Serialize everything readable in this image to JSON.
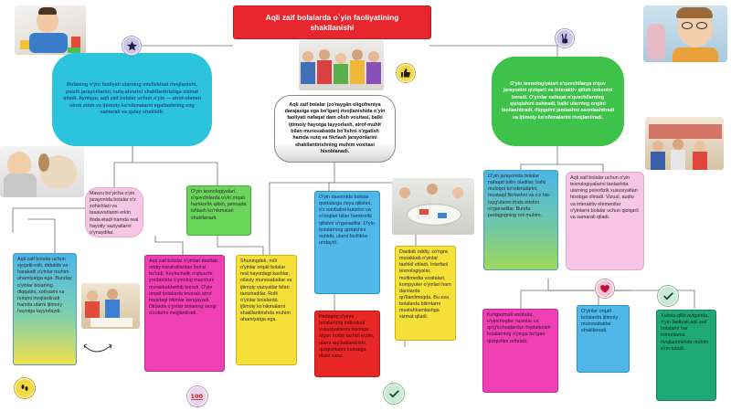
{
  "title": "Aqli zaif bolalarda o`yin faoliyatining shakllanishi",
  "center_text": "Aqli zaif bolalar (zo'raygān oligofreniya darajasiga ega bo'lgan) rivojlanishida o'yin faoliyati nafaqat dam olish vositasi, balki ijtimoiy hayotga tayyorlash, atrof-muhit bilan munosabatda bo'lishni o'rgatish hamda nutq va fikrlash jarayonlarini shakllantirishning muhim vositasi hisoblanadi.",
  "left_oval": "Bolaning o'yin faoliyati ularning intellektual rivojlanishi, psixik jarayonlarini, xulq-atvorini shakllantirishga xizmat qiladi. Ayniqsa, aqli zaif bolalar uchun o'yin — atrof-olamni idrok etish va ijtimoiy ko'nikmalarni egallashning eng samarali va qulay shaklidir.",
  "right_oval": "O'yin texnologiyalari o'quvchilarga o'quv jarayonini qiziqarli va interaktiv qilish imkonini beradi. O'yinlar nafaqat o'quvchilarning qiziqishini oshiradi, balki ularning ongini faollashtiradi, diqqatini jamlashni osonlashtiradi va ijtimoiy ko'nikmalarini rivojlantiradi.",
  "boxes": {
    "pink_left": "Mavzu bo'yicha o'yin jarayonida bolalar o'z xohishlari va tasavvurlarini erkin ifoda etadi hamda real hayotiy vaziyatlarni o'ynaydilar.",
    "green_left": "O'yin texnologiyalari o'quvchilarda o'yin orqali hamkorlik qilish, jamoada ishlash ko'nikmalari shakllanadi.",
    "gradient_far_left": "Aqli zaif bolalar uchun syujetli-rolli, didaktik va harakatli o'yinlar muhim ahamiyatga ega. Bunday o'yinlar bolaning diqqatini, xotirasini va nutqini rivojlantiradi hamda ularni ijtimoiy hayotga tayyorlaydi.",
    "magenta_left": "Aqli zaif bolalar o'yinlari dastlab oddiy harakatlardan iborat bo'ladi. Keyinchalik o'qituvchi yordamida o'yinning mazmuni murakkablashib boradi. O'yin orqali bolalarda tevarak-atrof haqidagi bilimlar kengayadi. Didaktik o'yinlar bolaning sezgi a'zolarini rivojlantiradi.",
    "yellow_left": "Shuningdek, rolli o'yinlar orqali bolalar real hayotdagi kasblar, oilaviy munosabatlar va ijtimoiy vaziyatlar bilan tanishadilar. Rolli o'yinlar bolalarda ijtimoiy ko'nikmalarni shakllantirishda muhim ahamiyatga ega.",
    "blue_center": "O'yin davomida bolalar qoidalarga rioya qilishni, o'z navbatini kutishni va o'rtoqlari bilan hamkorlik qilishni o'rganadilar. O'yin bolalarning qiziqishini oshirib, ularni faollikka undaydi.",
    "red_center": "Pedagog o'yinni bolalarning individual xususiyatlarini hisobga olgan holda tashkil etishi, ularni rag'batlantirishi, qiziqishlarini inobatga olishi zarur.",
    "yellow_center": "Dastlab oddiy, so'ngra murakkab o'yinlar tashkil etiladi. Interfaol texnologiyalar, multimedia vositalari, kompyuter o'yinlari ham darslarda qo'llanilmoqda. Bu esa bolalarda bilimlarni mustahkamlashga xizmat qiladi.",
    "gradient_right1": "O'yin jarayonida bolalar nafaqat bilim oladilar, balki muloqot ko'nikmalarini, mustaqil fikrlashni va o'z his-tuyg'ularini ifoda etishni o'rganadilar. Bunda pedagogning roli muhim.",
    "pink_right": "Aqli zaif bolalar uchun o'yin texnologiyalarini tanlashda ularning psixofizik xususiyatlari hisobga olinadi. Vizual, audio va interaktiv elementlar o'yinlarni bolalar uchun qiziqarli va samarali qiladi.",
    "magenta_right": "Ko'rgazmali vositalar, o'yinchoqlar, rasmlar va qo'g'irchoqlardan foydalanish bolalarning o'yinga bo'lgan qiziqishini orttiradi.",
    "blue_right": "O'yinlar orqali bolalarda ijtimoiy munosabatlar shakllanadi.",
    "green_right": "Xulosa qilib aytganda, o'yin faoliyati aqli zaif bolalarni har tomonlama rivojlantirishda muhim o'rin tutadi."
  },
  "icons": {
    "star": "star-icon",
    "peace": "peace-hand-icon",
    "thumbs": "thumbs-up-icon",
    "heart": "heart-icon",
    "check": "check-icon",
    "hundred": "hundred-points-icon",
    "feet": "footprints-icon"
  },
  "colors": {
    "title_red": "#e8262d",
    "oval_cyan": "#2bc4dc",
    "oval_green": "#3ec24a",
    "box_pink": "#f7c6e4",
    "box_green": "#6ad55a",
    "box_magenta": "#ee3fb3",
    "box_yellow": "#f5e03a",
    "box_blue": "#4fb8e8",
    "box_red": "#e82626",
    "box_teal": "#1fa876"
  }
}
